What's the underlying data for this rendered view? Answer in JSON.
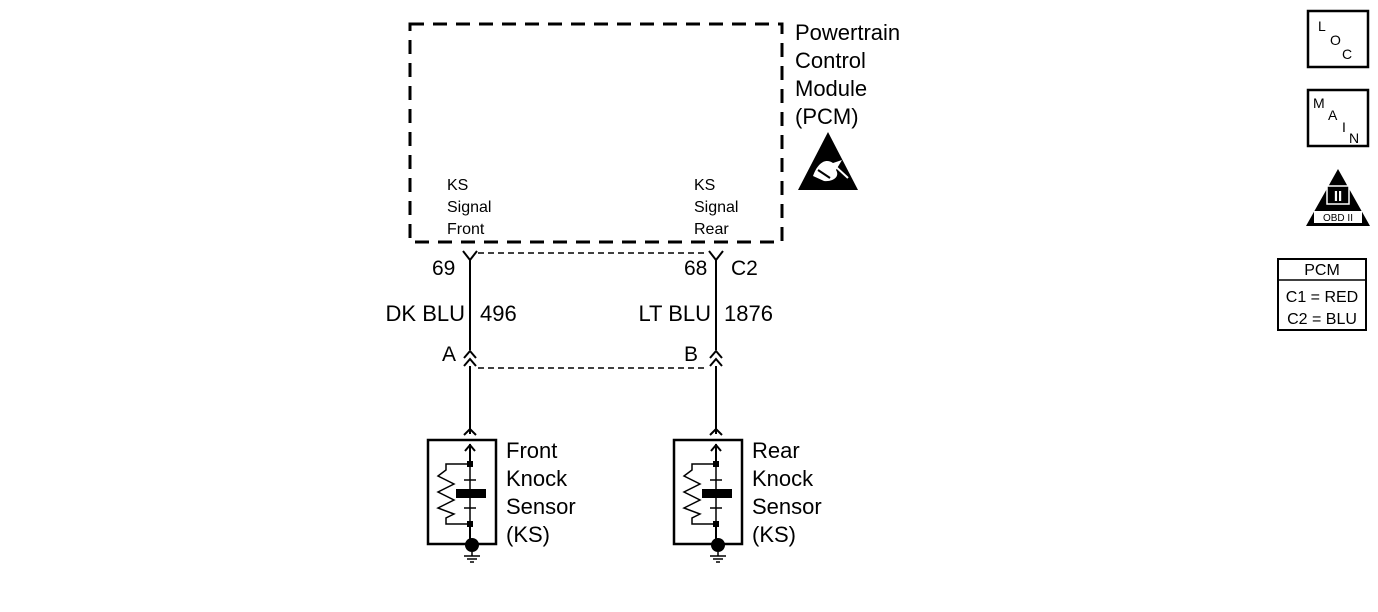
{
  "pcm": {
    "title_lines": [
      "Powertrain",
      "Control",
      "Module",
      "(PCM)"
    ],
    "front_label_lines": [
      "KS",
      "Signal",
      "Front"
    ],
    "rear_label_lines": [
      "KS",
      "Signal",
      "Rear"
    ],
    "esd_icon": "esd-warning-icon"
  },
  "pins": {
    "front": "69",
    "rear": "68",
    "connector": "C2"
  },
  "wires": {
    "front": {
      "color": "DK BLU",
      "circuit": "496"
    },
    "rear": {
      "color": "LT BLU",
      "circuit": "1876"
    }
  },
  "connectors": {
    "front": "A",
    "rear": "B"
  },
  "sensors": {
    "front_lines": [
      "Front",
      "Knock",
      "Sensor",
      "(KS)"
    ],
    "rear_lines": [
      "Rear",
      "Knock",
      "Sensor",
      "(KS)"
    ]
  },
  "legend": {
    "loc": {
      "l": "L",
      "o": "O",
      "c": "C"
    },
    "main": {
      "m": "M",
      "a": "A",
      "i": "I",
      "n": "N"
    },
    "obd": {
      "numeral": "II",
      "label": "OBD II"
    },
    "pcm_table": {
      "header": "PCM",
      "rows": [
        "C1 = RED",
        "C2 = BLU"
      ]
    }
  }
}
